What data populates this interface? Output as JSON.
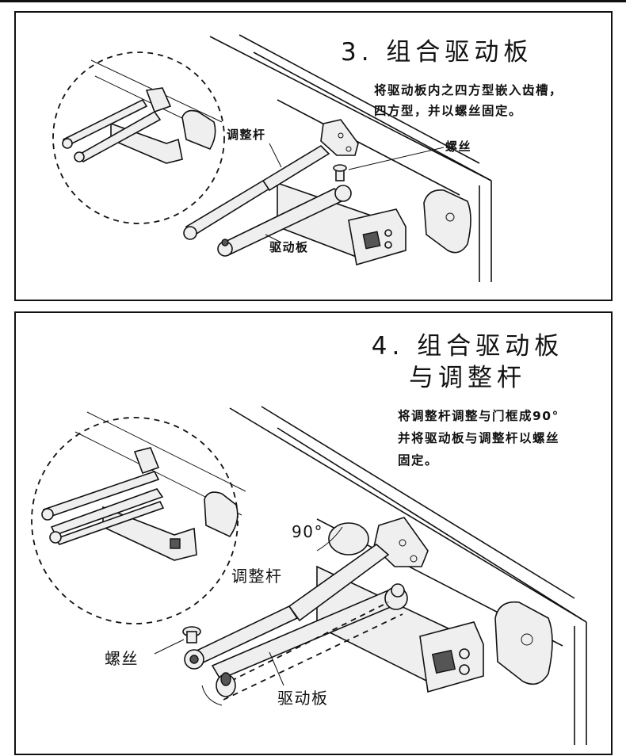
{
  "steps": [
    {
      "title": "3. 组合驱动板",
      "description": [
        "将驱动板内之四方型嵌入齿槽，",
        "四方型，并以螺丝固定。"
      ],
      "labels": {
        "adjust_rod": "调整杆",
        "screw": "螺丝",
        "drive_plate": "驱动板"
      }
    },
    {
      "title_line1": "4. 组合驱动板",
      "title_line2": "与调整杆",
      "description": [
        "将调整杆调整与门框成90°",
        "并将驱动板与调整杆以螺丝",
        "固定。"
      ],
      "labels": {
        "angle": "90°",
        "adjust_rod": "调整杆",
        "screw": "螺丝",
        "drive_plate": "驱动板"
      }
    }
  ]
}
